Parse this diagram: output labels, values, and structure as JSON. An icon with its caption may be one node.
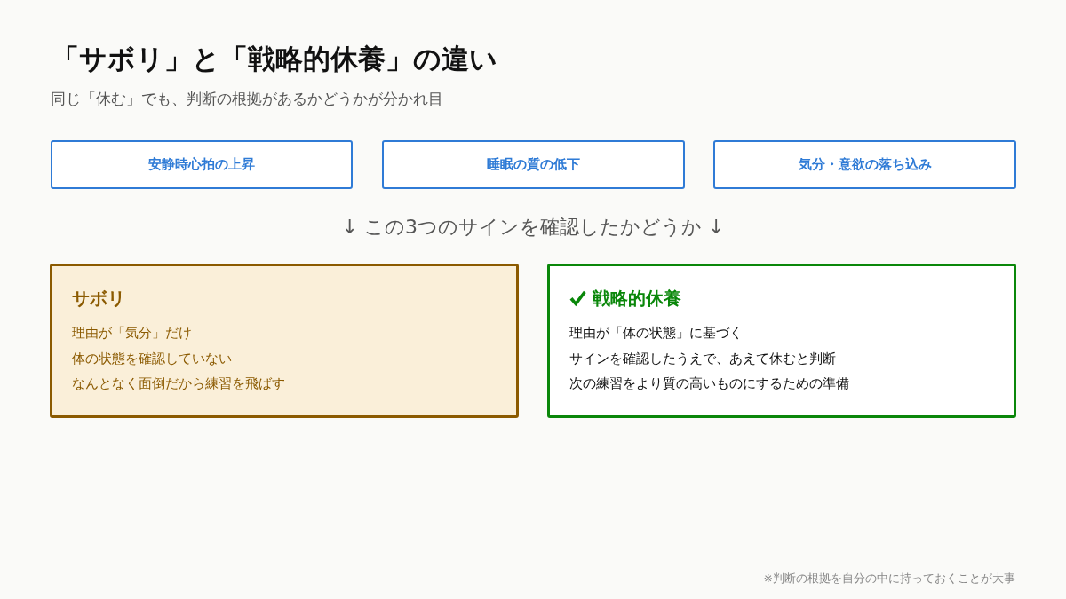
{
  "diagram": {
    "title": "「サボリ」と「戦略的休養」の違い",
    "nodes": [
      {
        "text": [
          "安静時心拍の上昇"
        ]
      },
      {
        "text": [
          "睡眠の質の低下"
        ]
      },
      {
        "text": [
          "気分・意欲の落ち込み"
        ]
      },
      {
        "text": [
          "サボリ",
          "理由が「気分」だけ",
          "体の状態を確認していない",
          "なんとなく面倒だから練習を飛ばす"
        ]
      },
      {
        "text": [
          "戦略的休養",
          "理由が「体の状態」に基づく",
          "サインを確認したうえで、あえて休むと判断",
          "次の練習をより質の高いものにするための準備"
        ]
      }
    ],
    "labels": [
      "同じ「休む」でも、判断の根拠があるかどうかが分かれ目",
      "↓ この3つのサインを確認したかどうか ↓",
      "※判断の根拠を自分の中に持っておくことが大事"
    ]
  }
}
